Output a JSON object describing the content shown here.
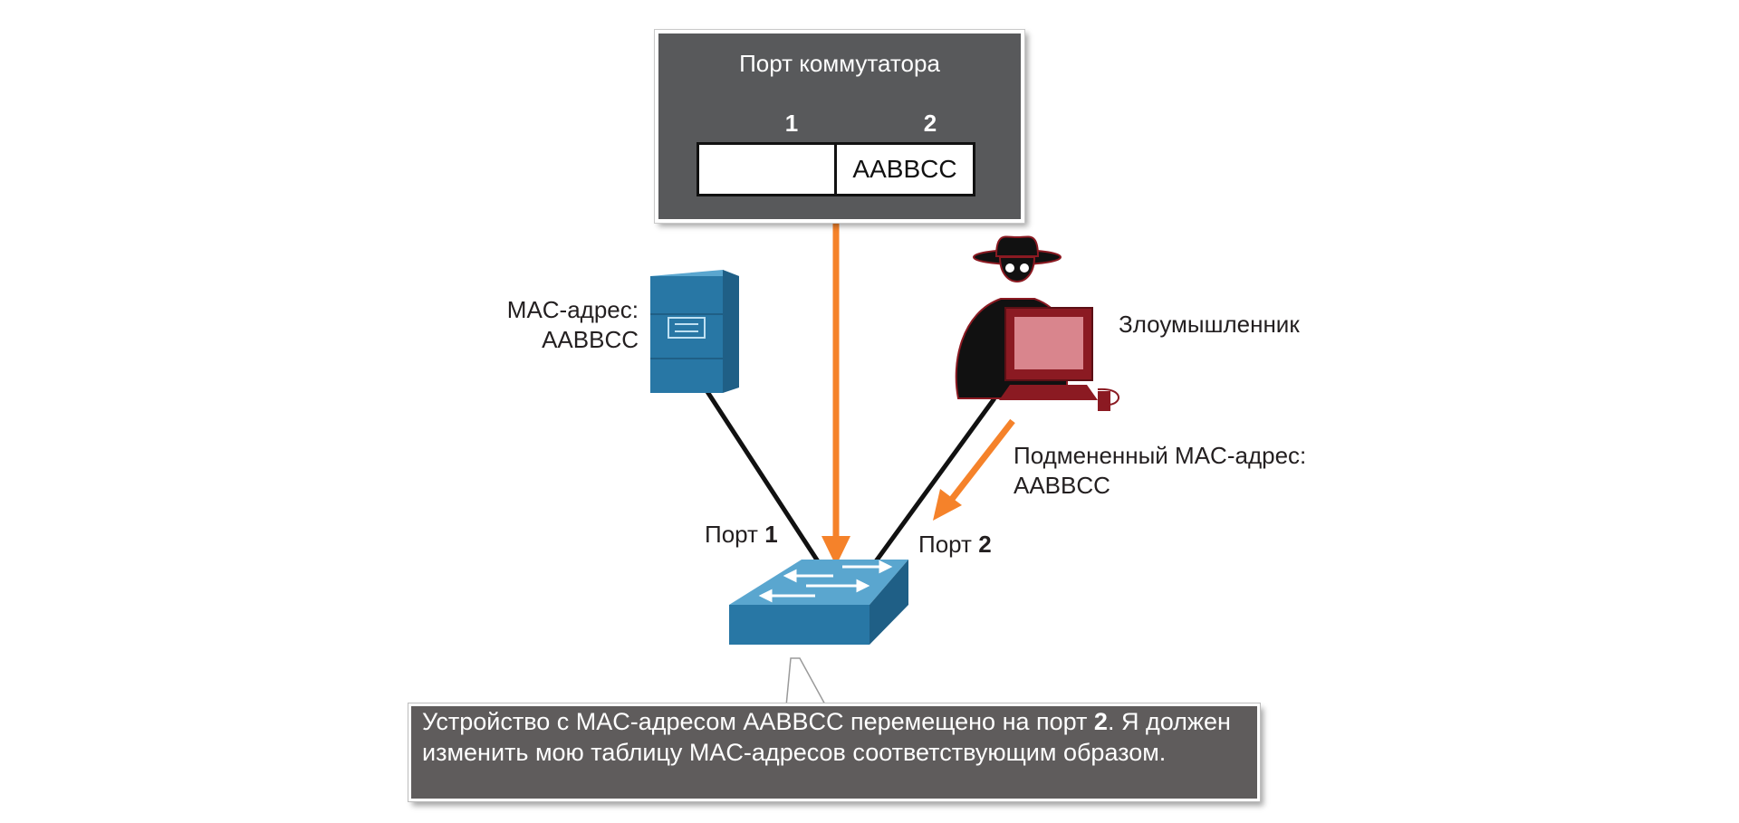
{
  "mac_table": {
    "title": "Порт коммутатора",
    "columns": [
      "1",
      "2"
    ],
    "cells": [
      "",
      "AABBCC"
    ]
  },
  "server_label": {
    "line1": "MAC-адрес:",
    "line2": "AABBCC"
  },
  "attacker_label": "Злоумышленник",
  "spoofed_label": {
    "line1": "Подмененный MAC-адрес:",
    "line2": "AABBCC"
  },
  "port1_label": {
    "prefix": "Порт",
    "number": "1"
  },
  "port2_label": {
    "prefix": "Порт",
    "number": "2"
  },
  "callout": {
    "part1": "Устройство с MAC-адресом AABBCC перемещено на порт ",
    "port": "2",
    "part2": ". Я должен изменить мою таблицу MAC-адресов соответствующим образом."
  },
  "colors": {
    "panel": "#58595b",
    "arrow": "#f5822a",
    "device_blue": "#2877a5",
    "attacker_red": "#8b1a22"
  }
}
